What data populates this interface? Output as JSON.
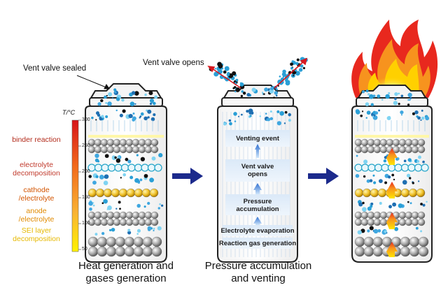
{
  "callouts": {
    "sealed": "Vent valve sealed",
    "opens": "Vent valve opens"
  },
  "temperature_scale": {
    "unit": "T/°C",
    "ticks": [
      "300",
      "250",
      "200",
      "150",
      "100",
      "50"
    ]
  },
  "reactions": [
    {
      "text": "binder reaction",
      "color": "#b22a1a"
    },
    {
      "text": "electrolyte\ndecomposition",
      "color": "#c0392b"
    },
    {
      "text": "cathode\n/electrolyte",
      "color": "#d35400"
    },
    {
      "text": "anode\n/electrolyte",
      "color": "#e08a00"
    },
    {
      "text": "SEI layer\ndecomposition",
      "color": "#e6b800"
    }
  ],
  "venting_stages": [
    "Venting event",
    "Vent valve\nopens",
    "Pressure\naccumulation",
    "Electrolyte evaporation",
    "Reaction gas generation"
  ],
  "captions": [
    "Heat generation and\ngases generation",
    "Pressure accumulation\nand venting"
  ],
  "colors": {
    "arrow": "#1c2a8c",
    "cell_outline": "#222222",
    "gas_blue": "#2a9fd6",
    "flame_red": "#e8281e",
    "flame_orange": "#f7931e",
    "flame_yellow": "#ffe600"
  }
}
